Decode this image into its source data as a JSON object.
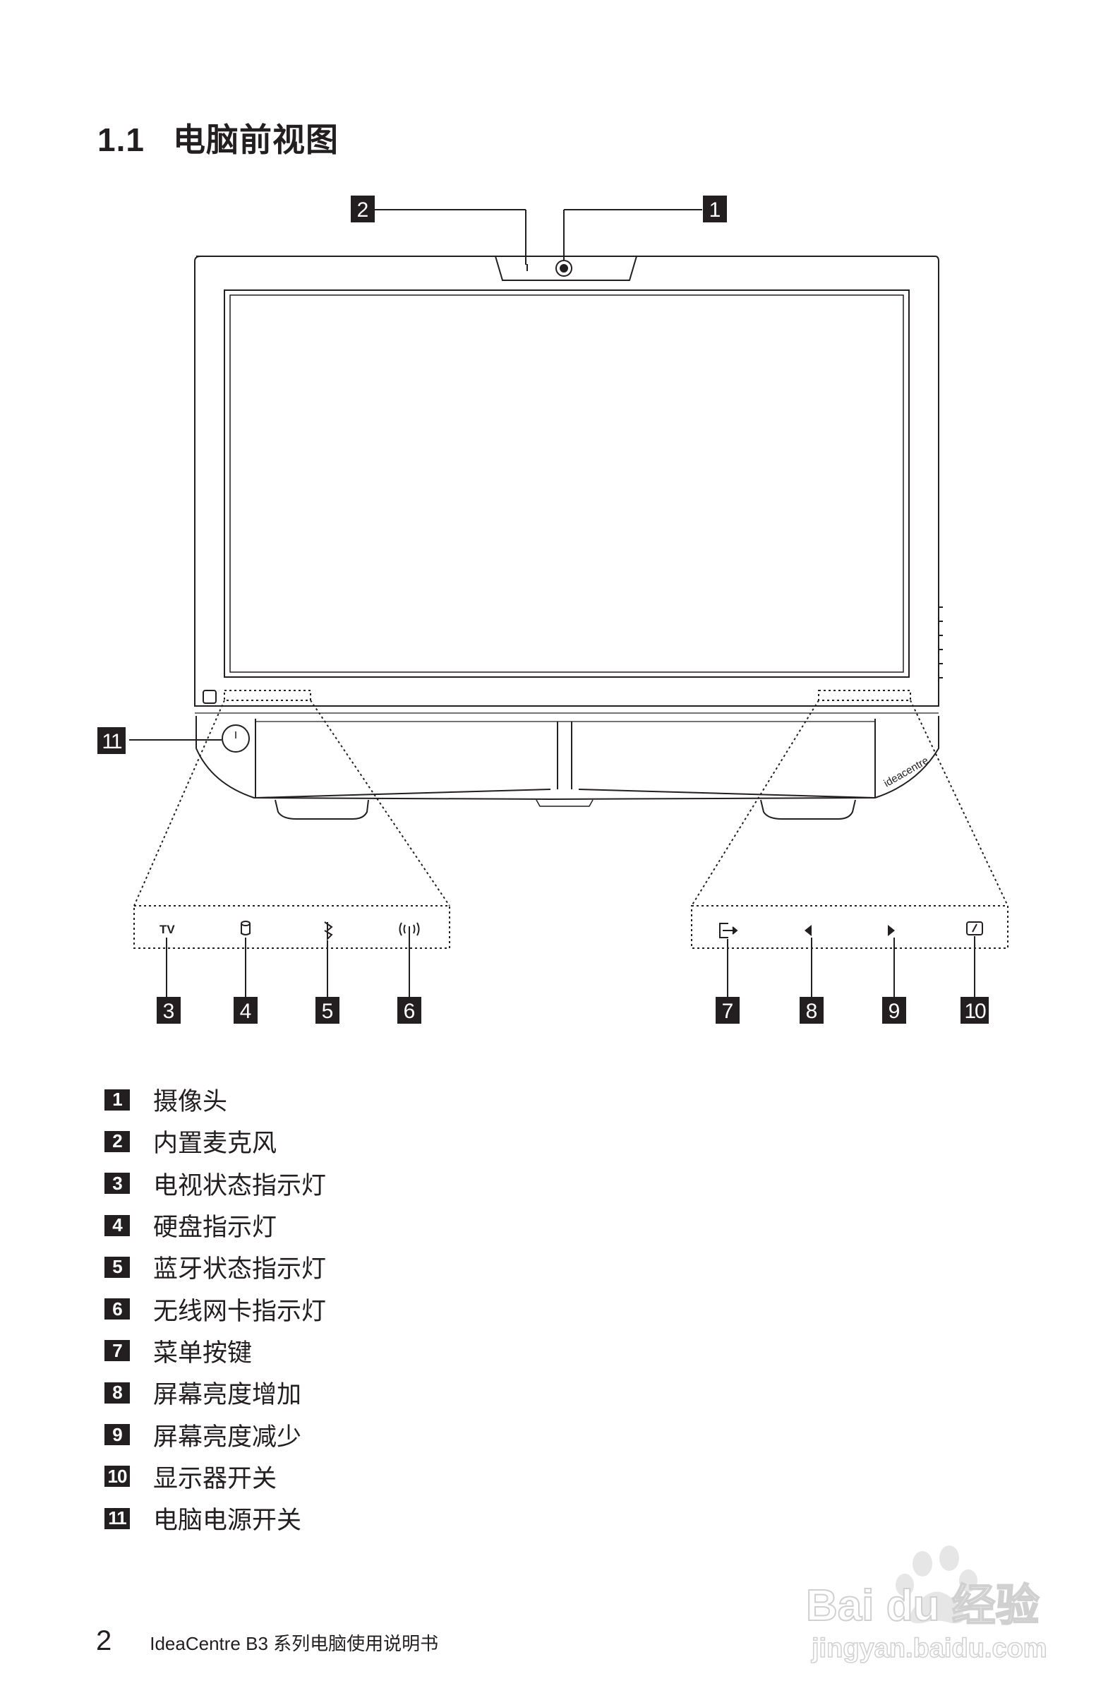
{
  "heading": {
    "number": "1.1",
    "title": "电脑前视图"
  },
  "callouts": [
    "1",
    "2",
    "3",
    "4",
    "5",
    "6",
    "7",
    "8",
    "9",
    "10",
    "11"
  ],
  "indicator_text": {
    "tv": "TV"
  },
  "brand_text": "ideacentre",
  "legend": [
    {
      "num": "1",
      "label": "摄像头"
    },
    {
      "num": "2",
      "label": "内置麦克风"
    },
    {
      "num": "3",
      "label": "电视状态指示灯"
    },
    {
      "num": "4",
      "label": "硬盘指示灯"
    },
    {
      "num": "5",
      "label": "蓝牙状态指示灯"
    },
    {
      "num": "6",
      "label": "无线网卡指示灯"
    },
    {
      "num": "7",
      "label": "菜单按键"
    },
    {
      "num": "8",
      "label": "屏幕亮度增加"
    },
    {
      "num": "9",
      "label": "屏幕亮度减少"
    },
    {
      "num": "10",
      "label": "显示器开关"
    },
    {
      "num": "11",
      "label": "电脑电源开关"
    }
  ],
  "footer": {
    "page_number": "2",
    "title": "IdeaCentre B3 系列电脑使用说明书"
  },
  "watermark": {
    "brand": "Bai du 经验",
    "url": "jingyan.baidu.com"
  },
  "colors": {
    "ink": "#231f20",
    "background": "#ffffff",
    "watermark": "#d9d9d9"
  }
}
